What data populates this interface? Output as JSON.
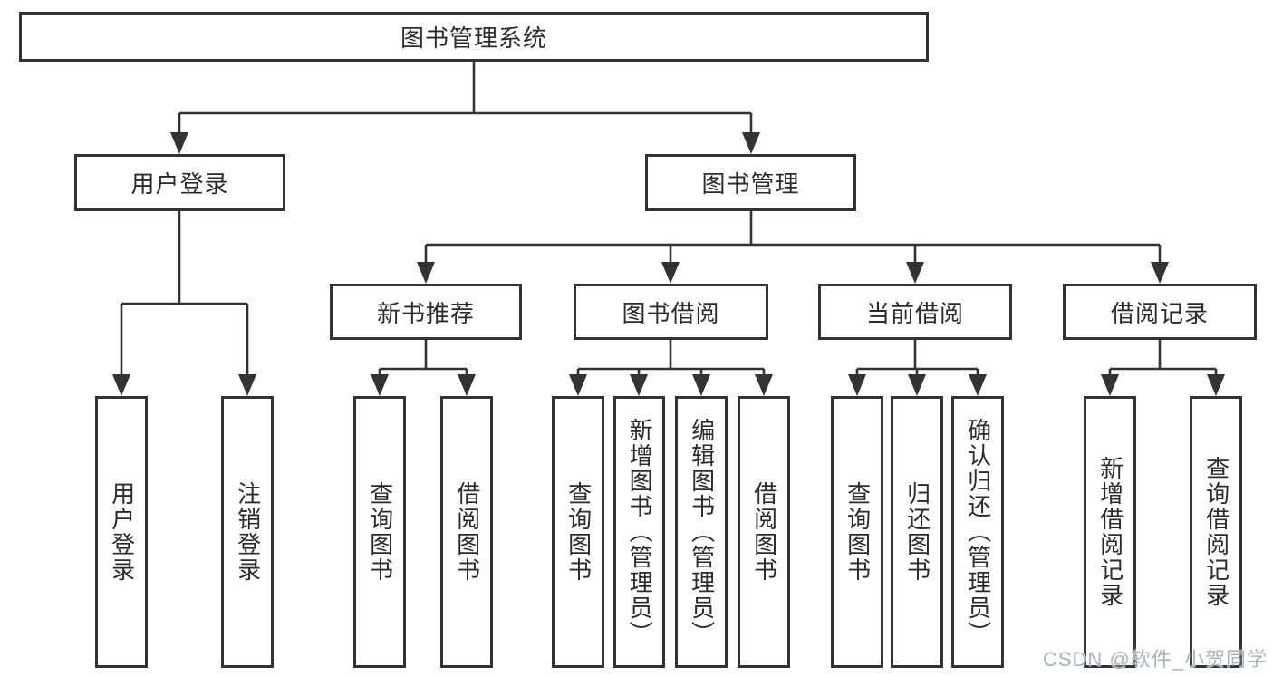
{
  "tree": {
    "root": "图书管理系统",
    "login": {
      "label": "用户登录",
      "children": [
        "用户登录",
        "注销登录"
      ]
    },
    "mgmt": {
      "label": "图书管理",
      "groups": [
        {
          "label": "新书推荐",
          "children": [
            "查询图书",
            "借阅图书"
          ]
        },
        {
          "label": "图书借阅",
          "children": [
            "查询图书",
            "新增图书（管理员）",
            "编辑图书（管理员）",
            "借阅图书"
          ]
        },
        {
          "label": "当前借阅",
          "children": [
            "查询图书",
            "归还图书",
            "确认归还（管理员）"
          ]
        },
        {
          "label": "借阅记录",
          "children": [
            "新增借阅记录",
            "查询借阅记录"
          ]
        }
      ]
    }
  },
  "watermark": "CSDN @软件_小贺同学",
  "colors": {
    "line": "#333333",
    "text": "#2b2b2b",
    "background": "#ffffff",
    "watermark": "#aeb1b7"
  }
}
